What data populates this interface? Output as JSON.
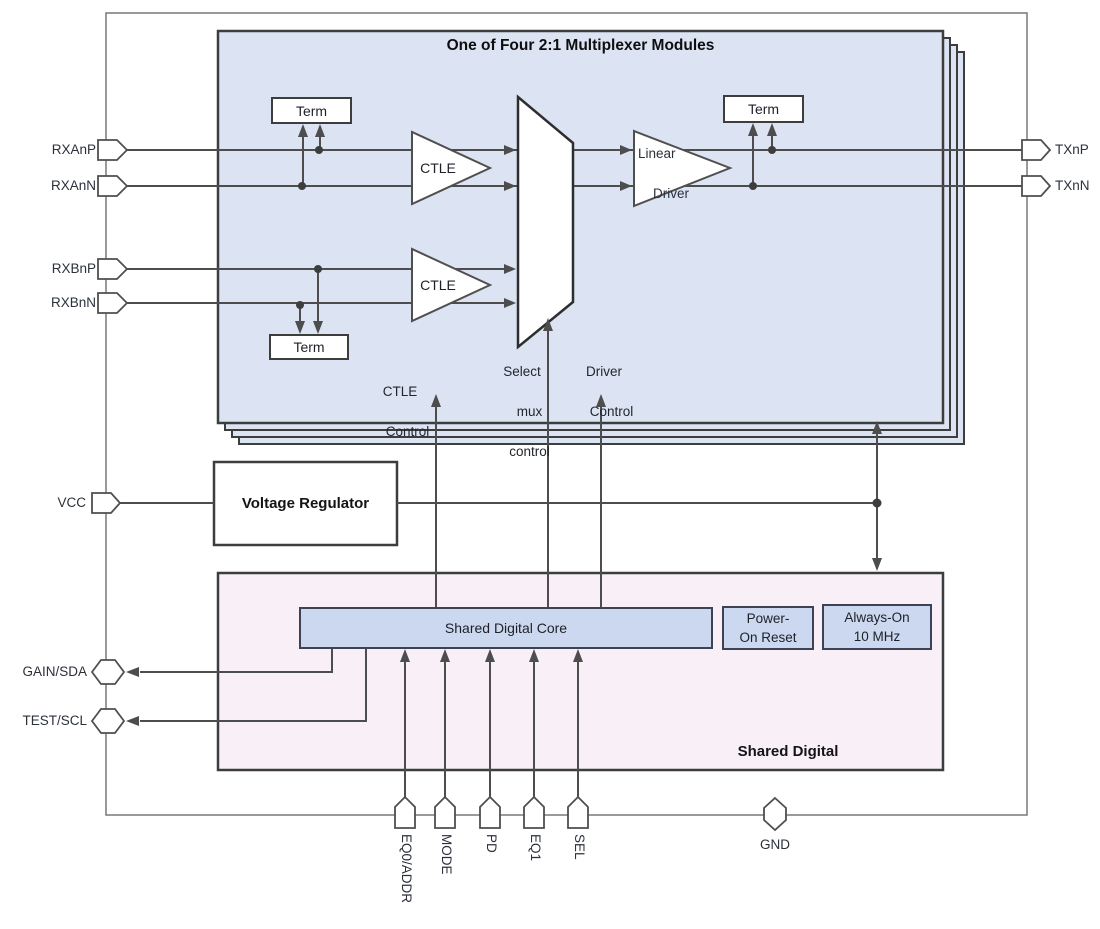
{
  "title": "One of Four 2:1 Multiplexer Modules",
  "module": {
    "term": "Term",
    "ctle": "CTLE",
    "linear_driver": {
      "line1": "Linear",
      "line2": "Driver"
    },
    "controls": {
      "ctle": {
        "line1": "CTLE",
        "line2": "Control"
      },
      "select": {
        "line1": "Select",
        "line2": "mux",
        "line3": "control"
      },
      "driver": {
        "line1": "Driver",
        "line2": "Control"
      }
    }
  },
  "blocks": {
    "voltage_regulator": "Voltage Regulator",
    "shared_digital_core": "Shared Digital Core",
    "power_on_reset": {
      "line1": "Power-",
      "line2": "On Reset"
    },
    "always_on": {
      "line1": "Always-On",
      "line2": "10 MHz"
    },
    "shared_digital": "Shared Digital"
  },
  "pins": {
    "rxanp": "RXAnP",
    "rxann": "RXAnN",
    "rxbnp": "RXBnP",
    "rxbnn": "RXBnN",
    "txnp": "TXnP",
    "txnn": "TXnN",
    "vcc": "VCC",
    "gain_sda": "GAIN/SDA",
    "test_scl": "TEST/SCL",
    "eq0_addr": "EQ0/ADDR",
    "mode": "MODE",
    "pd": "PD",
    "eq1": "EQ1",
    "sel": "SEL",
    "gnd": "GND"
  },
  "colors": {
    "module_fill": "#dce4f4",
    "core_fill": "#ccd8f0",
    "shared_fill": "#f8f0f6",
    "block_border": "#3d3d3d",
    "wire": "#4d4d4d",
    "outer_border": "#808080"
  }
}
